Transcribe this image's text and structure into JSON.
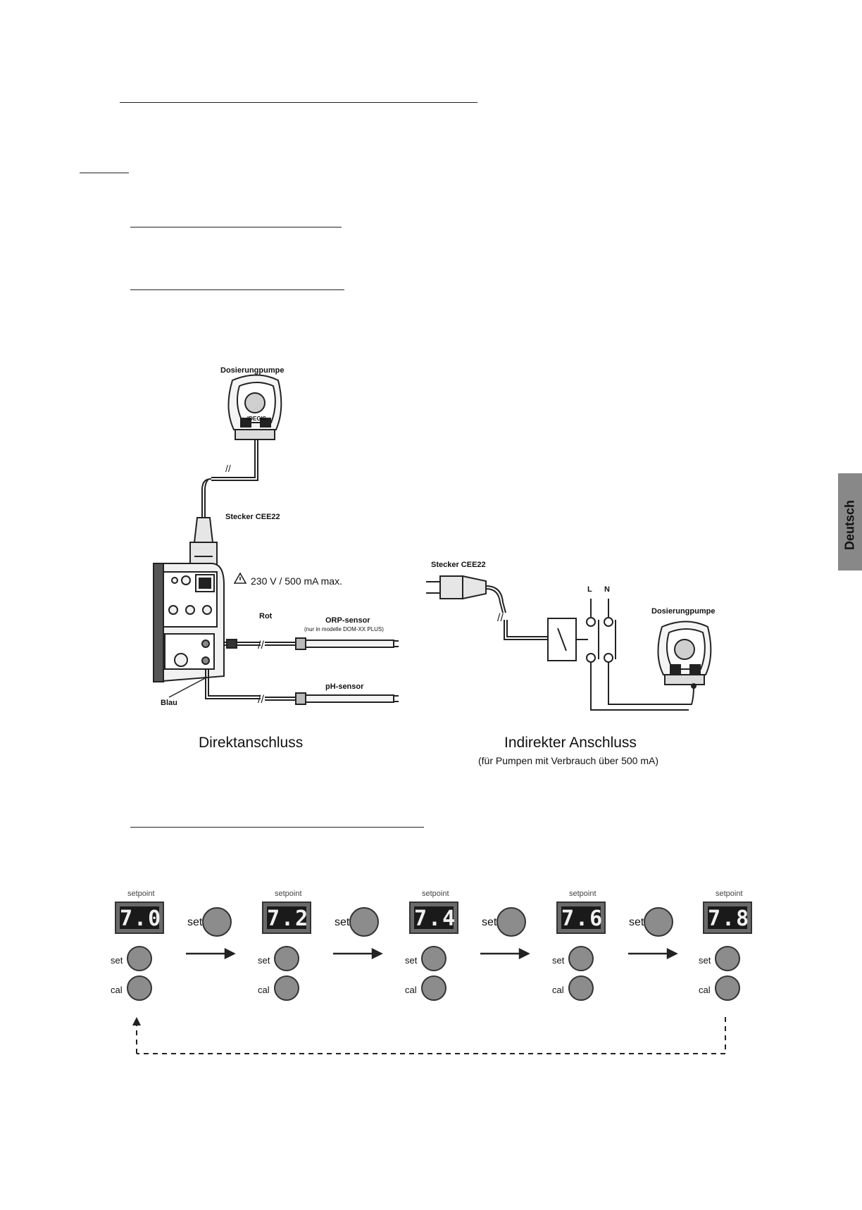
{
  "side_tab": {
    "label": "Deutsch"
  },
  "wiring": {
    "pump_top_label": "Dosierungpumpe",
    "pump_brand": "IDEGIS",
    "plug_label": "Stecker CEE22",
    "power_label": "230 V / 500 mA max.",
    "rot_label": "Rot",
    "blau_label": "Blau",
    "orp_label": "ORP-sensor",
    "orp_note": "(nur in modelle DOM-XX PLUS)",
    "ph_label": "pH-sensor",
    "direct_caption": "Direktanschluss",
    "indirect_plug_label": "Stecker CEE22",
    "l_label": "L",
    "n_label": "N",
    "pump_right_label": "Dosierungpumpe",
    "indirect_caption": "Indirekter Anschluss",
    "indirect_subcaption": "(für Pumpen mit Verbrauch über 500 mA)"
  },
  "setpoint_sequence": {
    "panels": [
      {
        "label": "setpoint",
        "value": "7.0",
        "set_label": "set",
        "cal_label": "cal"
      },
      {
        "label": "setpoint",
        "value": "7.2",
        "set_label": "set",
        "cal_label": "cal"
      },
      {
        "label": "setpoint",
        "value": "7.4",
        "set_label": "set",
        "cal_label": "cal"
      },
      {
        "label": "setpoint",
        "value": "7.6",
        "set_label": "set",
        "cal_label": "cal"
      },
      {
        "label": "setpoint",
        "value": "7.8",
        "set_label": "set",
        "cal_label": "cal"
      }
    ],
    "step_buttons": [
      {
        "label": "set"
      },
      {
        "label": "set"
      },
      {
        "label": "set"
      },
      {
        "label": "set"
      }
    ]
  }
}
